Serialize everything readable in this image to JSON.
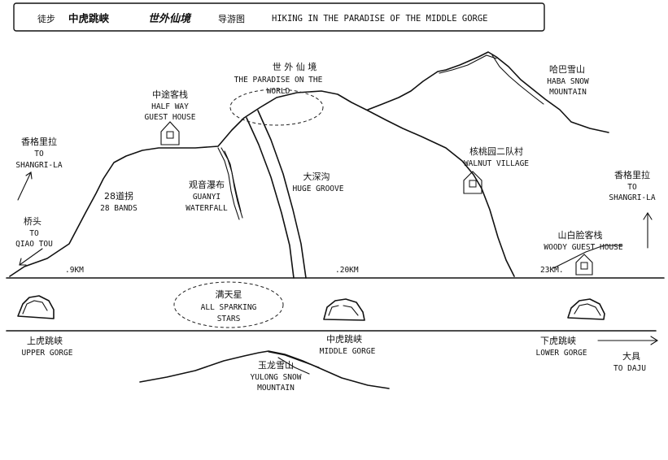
{
  "title": {
    "prefix": "徒步",
    "gorge": "中虎跳峡",
    "paradise": "世外仙境",
    "suffix": "导游图",
    "english": "HIKING IN THE PARADISE OF THE MIDDLE GORGE"
  },
  "places": {
    "paradise": {
      "cn": "世 外 仙 境",
      "en1": "THE PARADISE ON THE",
      "en2": "WORLD"
    },
    "haba": {
      "cn": "哈巴雪山",
      "en1": "HABA SNOW",
      "en2": "MOUNTAIN"
    },
    "halfway": {
      "cn": "中途客栈",
      "en1": "HALF WAY",
      "en2": "GUEST HOUSE"
    },
    "shangri_left": {
      "cn": "香格里拉",
      "en1": "TO",
      "en2": "SHANGRI-LA"
    },
    "bands": {
      "cn": "28道拐",
      "en1": "28 BANDS"
    },
    "guanyi": {
      "cn": "观音瀑布",
      "en1": "GUANYI",
      "en2": "WATERFALL"
    },
    "groove": {
      "cn": "大深沟",
      "en1": "HUGE GROOVE"
    },
    "walnut": {
      "cn": "核桃园二队村",
      "en1": "WALNUT VILLAGE"
    },
    "shangri_right": {
      "cn": "香格里拉",
      "en1": "TO",
      "en2": "SHANGRI-LA"
    },
    "qiaotou": {
      "cn": "桥头",
      "en1": "TO",
      "en2": "QIAO TOU"
    },
    "woody": {
      "cn": "山白脸客栈",
      "en1": "WOODY GUEST HOUSE"
    },
    "stars": {
      "cn": "满天星",
      "en1": "ALL SPARKING",
      "en2": "STARS"
    },
    "upper": {
      "cn": "上虎跳峡",
      "en1": "UPPER GORGE"
    },
    "middle": {
      "cn": "中虎跳峡",
      "en1": "MIDDLE GORGE"
    },
    "lower": {
      "cn": "下虎跳峡",
      "en1": "LOWER GORGE"
    },
    "daju": {
      "cn": "大具",
      "en1": "TO DAJU"
    },
    "yulong": {
      "cn": "玉龙雪山",
      "en1": "YULONG SNOW",
      "en2": "MOUNTAIN"
    }
  },
  "distances": {
    "km9": ".9KM",
    "km20": ".20KM",
    "km23": "23KM."
  }
}
